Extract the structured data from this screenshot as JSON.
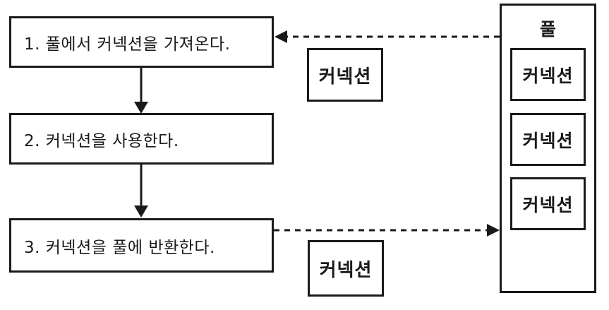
{
  "colors": {
    "background": "#ffffff",
    "line": "#1a1a1a",
    "box_fill": "#ffffff",
    "text": "#1a1a1a"
  },
  "flow": {
    "steps": [
      {
        "label": "1. 풀에서 커넥션을 가져온다."
      },
      {
        "label": "2. 커넥션을 사용한다."
      },
      {
        "label": "3. 커넥션을 풀에 반환한다."
      }
    ]
  },
  "transfer": {
    "outgoing_connection_label": "커넥션",
    "returning_connection_label": "커넥션"
  },
  "pool": {
    "title": "풀",
    "items": [
      {
        "label": "커넥션"
      },
      {
        "label": "커넥션"
      },
      {
        "label": "커넥션"
      }
    ]
  }
}
